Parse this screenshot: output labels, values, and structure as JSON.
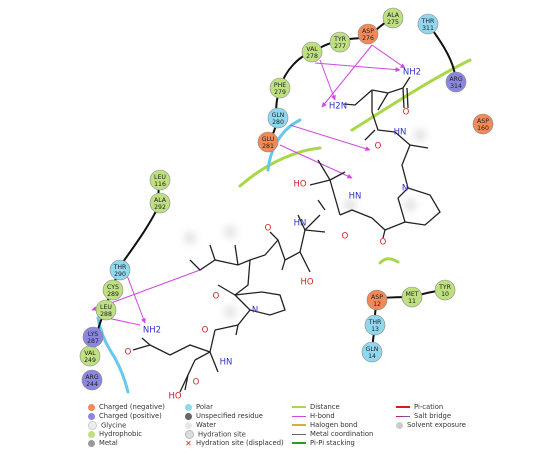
{
  "residues": [
    {
      "name": "ALA",
      "num": "275",
      "type": "hydrophobic"
    },
    {
      "name": "TYR",
      "num": "277",
      "type": "hydrophobic"
    },
    {
      "name": "ASP",
      "num": "276",
      "type": "negative"
    },
    {
      "name": "VAL",
      "num": "278",
      "type": "hydrophobic"
    },
    {
      "name": "THR",
      "num": "311",
      "type": "polar"
    },
    {
      "name": "PHE",
      "num": "279",
      "type": "hydrophobic"
    },
    {
      "name": "ARG",
      "num": "314",
      "type": "positive"
    },
    {
      "name": "GLN",
      "num": "280",
      "type": "polar"
    },
    {
      "name": "ASP",
      "num": "160",
      "type": "negative"
    },
    {
      "name": "GLU",
      "num": "281",
      "type": "negative"
    },
    {
      "name": "LEU",
      "num": "116",
      "type": "hydrophobic"
    },
    {
      "name": "ALA",
      "num": "292",
      "type": "hydrophobic"
    },
    {
      "name": "THR",
      "num": "290",
      "type": "polar"
    },
    {
      "name": "CYS",
      "num": "289",
      "type": "hydrophobic"
    },
    {
      "name": "LEU",
      "num": "288",
      "type": "hydrophobic"
    },
    {
      "name": "VAL",
      "num": "249",
      "type": "hydrophobic"
    },
    {
      "name": "LYS",
      "num": "287",
      "type": "positive"
    },
    {
      "name": "ARG",
      "num": "244",
      "type": "positive"
    },
    {
      "name": "ASP",
      "num": "12",
      "type": "negative"
    },
    {
      "name": "MET",
      "num": "11",
      "type": "hydrophobic"
    },
    {
      "name": "TYR",
      "num": "10",
      "type": "hydrophobic"
    },
    {
      "name": "THR",
      "num": "13",
      "type": "polar"
    },
    {
      "name": "GLN",
      "num": "14",
      "type": "polar"
    }
  ],
  "atom_labels": {
    "nh2_top": "NH2",
    "h2n": "H2N",
    "o1": "O",
    "o2": "O",
    "hn1": "HN",
    "n_pro1": "N",
    "ho1": "HO",
    "hn2": "HN",
    "o3": "O",
    "o4": "O",
    "hn3": "HN",
    "o5": "O",
    "oh_ser": "HO",
    "n_pro2": "N",
    "o6": "O",
    "o7": "O",
    "nh2_low": "NH2",
    "o8": "O",
    "hn4": "HN",
    "ho_end": "HO",
    "o9": "O"
  },
  "legend": {
    "col1": [
      "Charged (negative)",
      "Charged (positive)",
      "Glycine",
      "Hydrophobic",
      "Metal"
    ],
    "col2": [
      "Polar",
      "Unspecified residue",
      "Water",
      "Hydration site",
      "Hydration site (displaced)"
    ],
    "col3": [
      "Distance",
      "H-bond",
      "Halogen bond",
      "Metal coordination",
      "Pi-Pi stacking"
    ],
    "col4": [
      "Pi-cation",
      "Salt bridge",
      "Solvent exposure"
    ]
  },
  "colors": {
    "negative": "#f08a58",
    "positive": "#8b87e0",
    "glycine": "#eeeeee",
    "hydrophobic": "#bfe080",
    "metal": "#999999",
    "polar": "#8fd8f0",
    "hbond": "#d048e0",
    "backbone": "#111111",
    "solvent_green": "#a8d84a",
    "solvent_blue": "#66c8ee"
  }
}
